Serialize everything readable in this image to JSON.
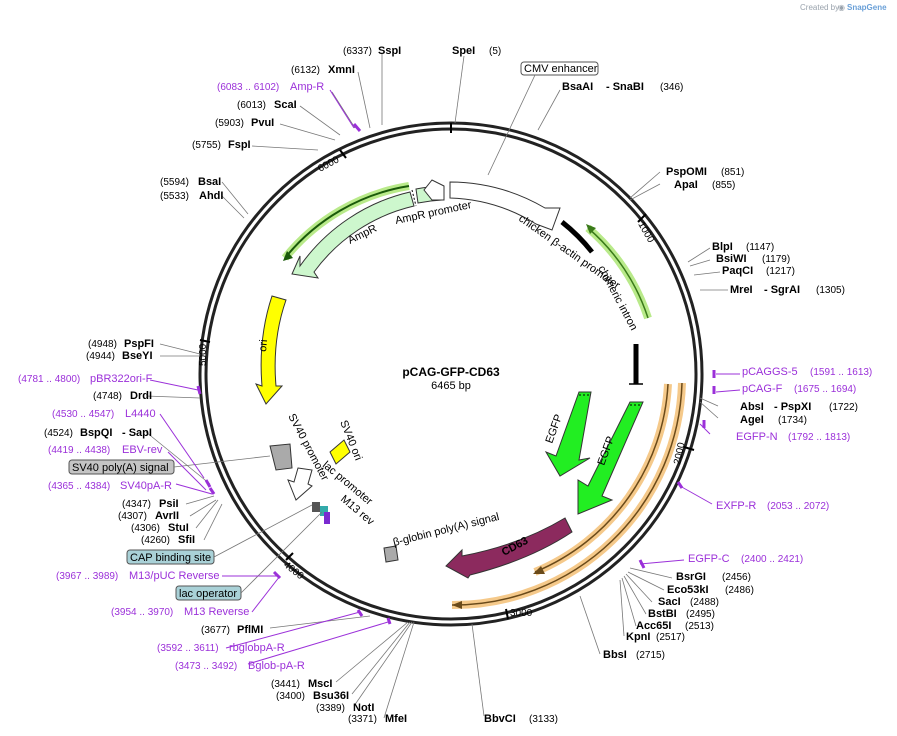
{
  "header": {
    "created_by": "Created by",
    "brand": "SnapGene"
  },
  "plasmid": {
    "name": "pCAG-GFP-CD63",
    "size": "6465 bp"
  },
  "ticks": [
    "1000",
    "2000",
    "3000",
    "4000",
    "5000",
    "6000"
  ],
  "features": {
    "cmv_enhancer": "CMV enhancer",
    "chicken_promoter": "chicken β-actin promoter",
    "chimeric_intron": "chimeric intron",
    "egfp_1": "EGFP",
    "egfp_2": "EGFP",
    "cd63": "CD63",
    "bglobin": "β-globin poly(A) signal",
    "ampr": "AmpR",
    "ampr_promoter": "AmpR promoter",
    "ori": "ori",
    "sv40_ori": "SV40 ori",
    "sv40_promoter": "SV40 promoter",
    "lac_promoter": "lac promoter",
    "m13_rev": "M13 rev",
    "sv40_polya": "SV40 poly(A) signal",
    "cap_binding": "CAP binding site",
    "lac_operator": "lac operator"
  },
  "sites": {
    "sspi": {
      "name": "SspI",
      "pos": "(6337)"
    },
    "spei": {
      "name": "SpeI",
      "pos": "(5)"
    },
    "xmni": {
      "name": "XmnI",
      "pos": "(6132)"
    },
    "bsaai": {
      "name": "BsaAI",
      "sep": "- SnaBI",
      "pos": "(346)"
    },
    "scai": {
      "name": "ScaI",
      "pos": "(6013)"
    },
    "pvui": {
      "name": "PvuI",
      "pos": "(5903)"
    },
    "fspi": {
      "name": "FspI",
      "pos": "(5755)"
    },
    "pspomi": {
      "name": "PspOMI",
      "pos": "(851)"
    },
    "apai": {
      "name": "ApaI",
      "pos": "(855)"
    },
    "bsai": {
      "name": "BsaI",
      "pos": "(5594)"
    },
    "ahdi": {
      "name": "AhdI",
      "pos": "(5533)"
    },
    "blpi": {
      "name": "BlpI",
      "pos": "(1147)"
    },
    "bsiwi": {
      "name": "BsiWI",
      "pos": "(1179)"
    },
    "paqci": {
      "name": "PaqCI",
      "pos": "(1217)"
    },
    "mrei": {
      "name": "MreI",
      "sep": "- SgrAI",
      "pos": "(1305)"
    },
    "pspfi": {
      "name": "PspFI",
      "pos": "(4948)"
    },
    "bseyi": {
      "name": "BseYI",
      "pos": "(4944)"
    },
    "drdi": {
      "name": "DrdI",
      "pos": "(4748)"
    },
    "absi": {
      "name": "AbsI",
      "sep": "- PspXI",
      "pos": "(1722)"
    },
    "agei": {
      "name": "AgeI",
      "pos": "(1734)"
    },
    "bspqi": {
      "name": "BspQI",
      "sep": "- SapI",
      "pos": "(4524)"
    },
    "psii": {
      "name": "PsiI",
      "pos": "(4347)"
    },
    "avrii": {
      "name": "AvrII",
      "pos": "(4307)"
    },
    "stui": {
      "name": "StuI",
      "pos": "(4306)"
    },
    "sfii": {
      "name": "SfiI",
      "pos": "(4260)"
    },
    "bsrgi": {
      "name": "BsrGI",
      "pos": "(2456)"
    },
    "eco53ki": {
      "name": "Eco53kI",
      "pos": "(2486)"
    },
    "saci": {
      "name": "SacI",
      "pos": "(2488)"
    },
    "bstbi": {
      "name": "BstBI",
      "pos": "(2495)"
    },
    "acc65i": {
      "name": "Acc65I",
      "pos": "(2513)"
    },
    "kpni": {
      "name": "KpnI",
      "pos": "(2517)"
    },
    "bbsi": {
      "name": "BbsI",
      "pos": "(2715)"
    },
    "pflmi": {
      "name": "PflMI",
      "pos": "(3677)"
    },
    "msci": {
      "name": "MscI",
      "pos": "(3441)"
    },
    "bsu36i": {
      "name": "Bsu36I",
      "pos": "(3400)"
    },
    "noti": {
      "name": "NotI",
      "pos": "(3389)"
    },
    "mfei": {
      "name": "MfeI",
      "pos": "(3371)"
    },
    "bbvci": {
      "name": "BbvCI",
      "pos": "(3133)"
    }
  },
  "primers": {
    "ampr": {
      "name": "Amp-R",
      "pos": "(6083 .. 6102)"
    },
    "pcaggs5": {
      "name": "pCAGGS-5",
      "pos": "(1591 .. 1613)"
    },
    "pcagf": {
      "name": "pCAG-F",
      "pos": "(1675 .. 1694)"
    },
    "pbr322": {
      "name": "pBR322ori-F",
      "pos": "(4781 .. 4800)"
    },
    "l4440": {
      "name": "L4440",
      "pos": "(4530 .. 4547)"
    },
    "egfpn": {
      "name": "EGFP-N",
      "pos": "(1792 .. 1813)"
    },
    "ebvrev": {
      "name": "EBV-rev",
      "pos": "(4419 .. 4438)"
    },
    "sv40par": {
      "name": "SV40pA-R",
      "pos": "(4365 .. 4384)"
    },
    "exfpr": {
      "name": "EXFP-R",
      "pos": "(2053 .. 2072)"
    },
    "egfpc": {
      "name": "EGFP-C",
      "pos": "(2400 .. 2421)"
    },
    "m13puc": {
      "name": "M13/pUC Reverse",
      "pos": "(3967 .. 3989)"
    },
    "m13rev": {
      "name": "M13 Reverse",
      "pos": "(3954 .. 3970)"
    },
    "rbglob": {
      "name": "rbglobpA-R",
      "pos": "(3592 .. 3611)"
    },
    "bglob": {
      "name": "Bglob-pA-R",
      "pos": "(3473 .. 3492)"
    }
  },
  "colors": {
    "ampr_fill": "#cdf7cd",
    "egfp_fill": "#22ee22",
    "cd63_fill": "#8c2a5e",
    "ori_fill": "#ffff00",
    "sv40_fill": "#aaaaaa",
    "primer": "#9b30d9",
    "highlight_orange": "#f5c98a",
    "highlight_green": "#b9ea8a",
    "cap_box": "#a9d1d7",
    "sv40_box": "#c4c4c4"
  }
}
